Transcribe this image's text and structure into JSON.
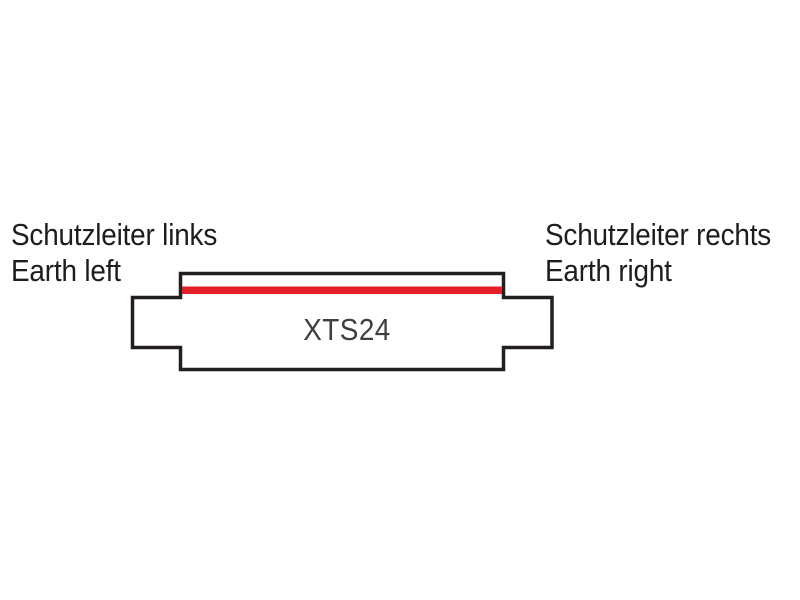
{
  "diagram": {
    "labels": {
      "left": {
        "line1": "Schutzleiter links",
        "line2": "Earth left"
      },
      "right": {
        "line1": "Schutzleiter rechts",
        "line2": "Earth right"
      }
    },
    "component": {
      "label": "XTS24"
    }
  },
  "colors": {
    "background": "#ffffff",
    "outline": "#231f20",
    "earth_stripe": "#e41e26",
    "text": "#1d1d1b",
    "component_label": "#3f3f3f"
  }
}
